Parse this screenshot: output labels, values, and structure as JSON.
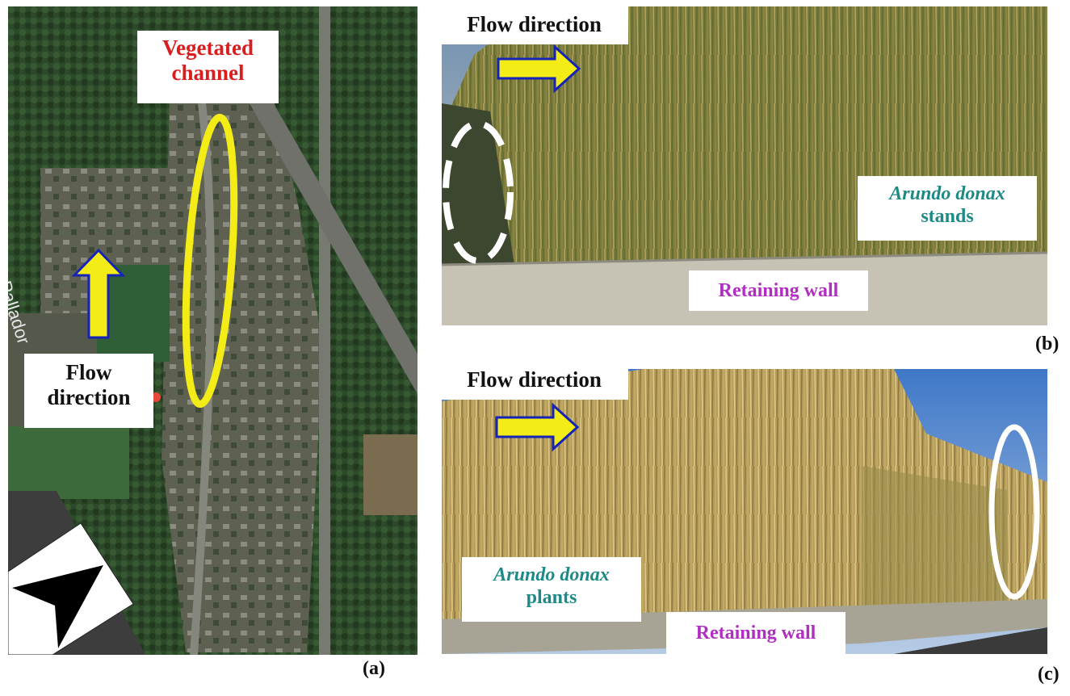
{
  "panel_a": {
    "caption": "(a)",
    "vegetated_channel_line1": "Vegetated",
    "vegetated_channel_line2": "channel",
    "flow_line1": "Flow",
    "flow_line2": "direction",
    "street_label": "ppo Pallador",
    "colors": {
      "label_red": "#d81e1e",
      "ellipse_yellow": "#f4ec16",
      "arrow_yellow": "#f4ec16",
      "arrow_outline": "#1523b8"
    }
  },
  "panel_b": {
    "caption": "(b)",
    "flow_label": "Flow direction",
    "species_italic": "Arundo donax",
    "species_rest": "stands",
    "wall_label": "Retaining wall",
    "colors": {
      "species": "#1e8a86",
      "wall": "#b02fc1"
    }
  },
  "panel_c": {
    "caption": "(c)",
    "flow_label": "Flow direction",
    "species_italic": "Arundo donax",
    "species_rest": "plants",
    "wall_label": "Retaining wall"
  }
}
